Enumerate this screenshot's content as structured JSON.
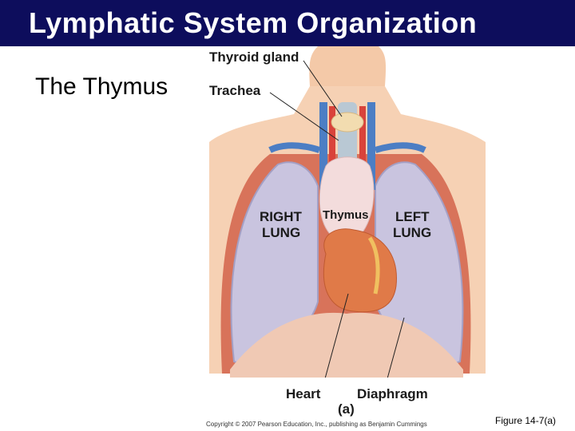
{
  "slide": {
    "title": "Lymphatic System Organization",
    "subtitle": "The Thymus",
    "figure_number": "Figure 14-7(a)",
    "copyright": "Copyright © 2007 Pearson Education, Inc., publishing as Benjamin Cummings"
  },
  "figure": {
    "labels": {
      "thyroid": "Thyroid gland",
      "trachea": "Trachea",
      "right_lung_1": "RIGHT",
      "right_lung_2": "LUNG",
      "thymus": "Thymus",
      "left_lung_1": "LEFT",
      "left_lung_2": "LUNG",
      "heart": "Heart",
      "diaphragm": "Diaphragm",
      "panel": "(a)"
    }
  },
  "colors": {
    "title_bar": "#0d0d5c",
    "skin": "#f6d1b4",
    "lung": "#c9c4df",
    "thymus": "#f3dcdc",
    "heart": "#e07a48"
  }
}
